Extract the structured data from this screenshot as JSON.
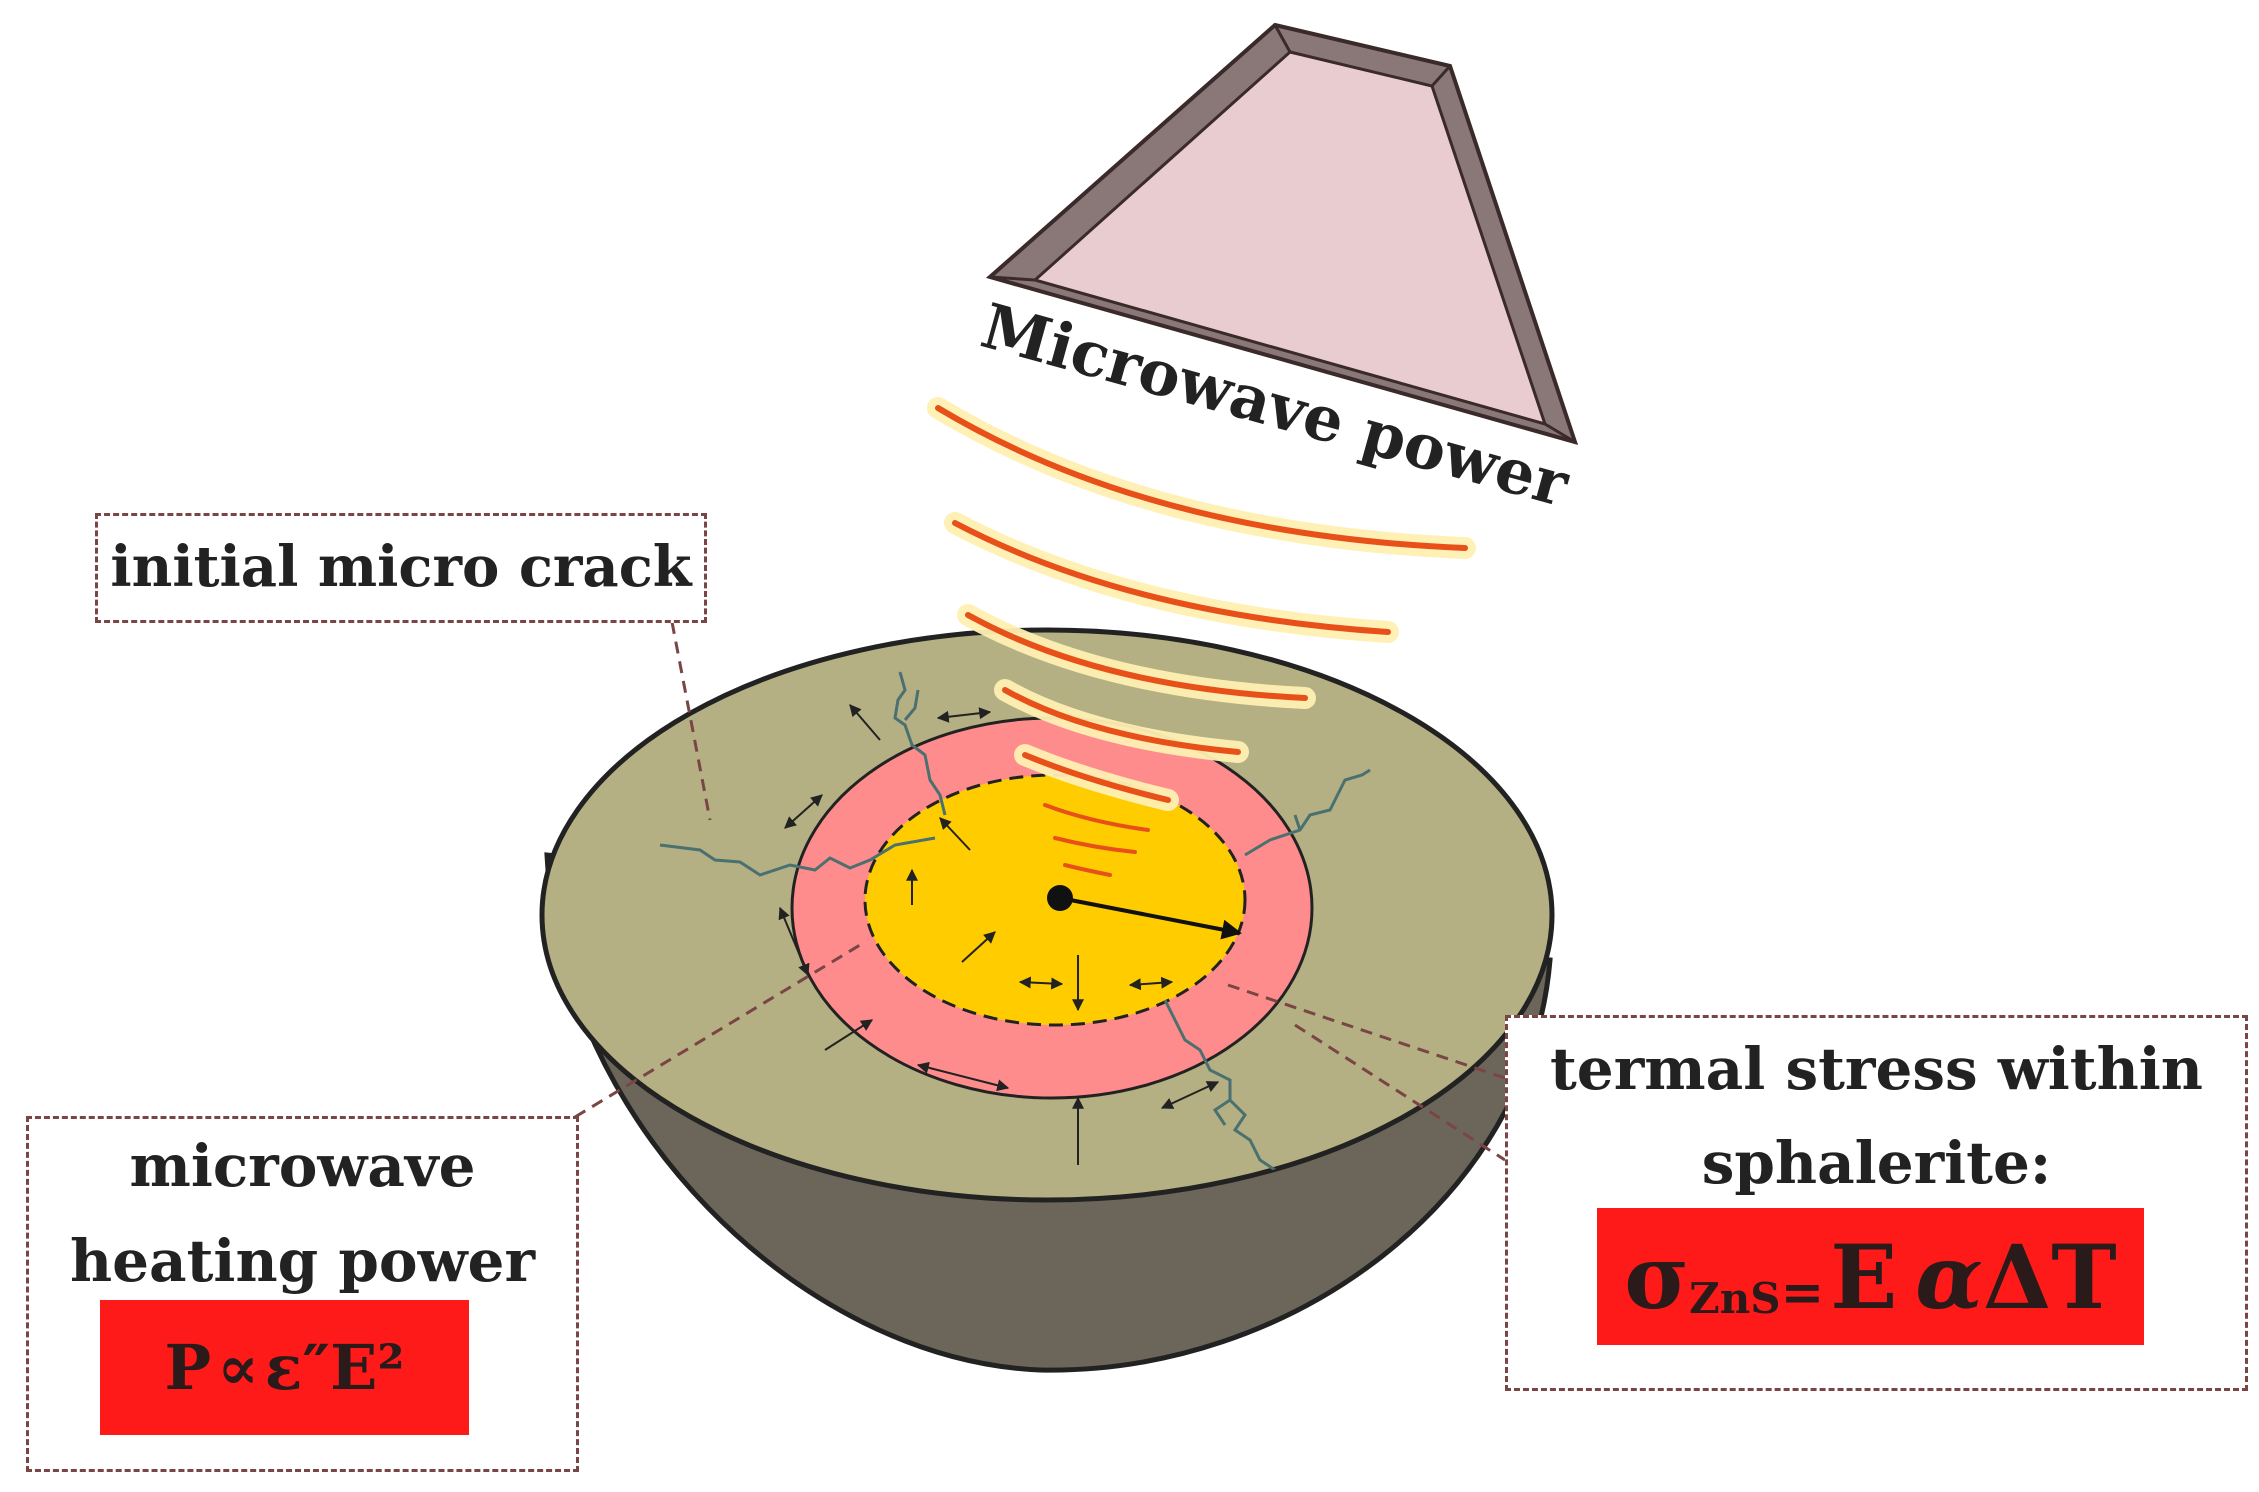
{
  "labels": {
    "microwave_power": "Microwave power",
    "initial_crack": "initial micro crack",
    "heating_line1": "microwave",
    "heating_line2": "heating power",
    "stress_line1": "termal stress within",
    "stress_line2": "sphalerite:"
  },
  "formulas": {
    "heating": {
      "p": "P",
      "prop": "∝",
      "rest": "ε″E²"
    },
    "stress": {
      "sigma": "σ",
      "sub": "ZnS",
      "eq": "=",
      "e": "E",
      "alpha": "α",
      "dt": "ΔT"
    }
  },
  "colors": {
    "hemisphere_surface": "#b4b083",
    "hemisphere_body": "#6c665a",
    "hot_ring": "#ff8c8c",
    "core": "#ffcc00",
    "wave": "#e8501a",
    "wave_glow": "#fff0b3",
    "horn_face": "#e8ccd0",
    "horn_rim": "#8a7878",
    "crack": "#4a7070",
    "formula_bg": "#ff1a1a",
    "box_border": "#7a4545"
  }
}
